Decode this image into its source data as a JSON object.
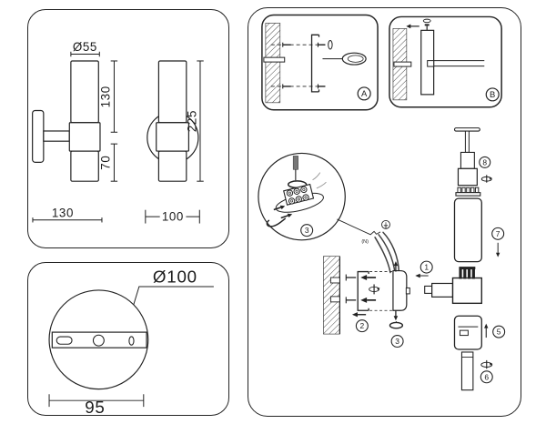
{
  "drawing": {
    "dims": {
      "shade_diameter": "Ø55",
      "upper_section_height": "130",
      "lower_section_height": "70",
      "overall_height": "225",
      "side_width": "130",
      "front_width": "100",
      "backplate_diameter": "Ø100",
      "mount_hole_spacing": "95"
    },
    "install": {
      "inset_a": "A",
      "inset_b": "B",
      "detail_step": "3",
      "wire_label": "(N)",
      "step_1": "1",
      "step_2": "2",
      "step_3": "3",
      "step_5": "5",
      "step_6": "6",
      "step_7": "7",
      "step_8": "8"
    },
    "colors": {
      "line": "#222222",
      "background": "#ffffff"
    }
  }
}
